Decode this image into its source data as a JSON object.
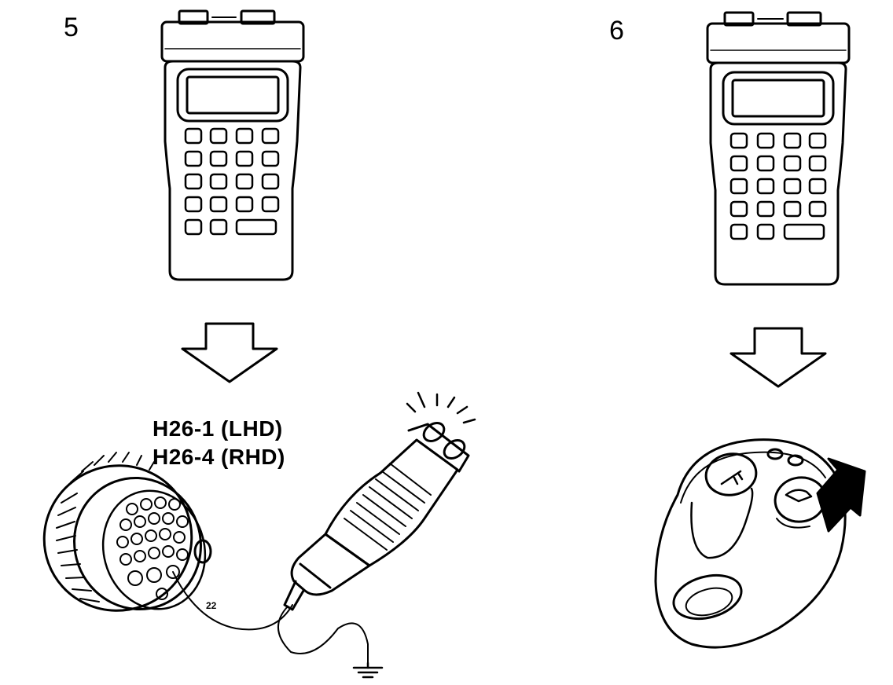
{
  "steps": [
    {
      "number": "5"
    },
    {
      "number": "6"
    }
  ],
  "connector": {
    "label_lhd": "H26-1 (LHD)",
    "label_rhd": "H26-4 (RHD)",
    "pin_label": "22"
  },
  "icons": [
    "diagnostic-tester-icon",
    "down-arrow-icon",
    "harness-connector-icon",
    "test-lamp-icon",
    "ground-symbol-icon",
    "key-fob-remote-icon",
    "pointer-arrow-icon"
  ],
  "colors": {
    "ink": "#000000",
    "paper": "#ffffff"
  }
}
